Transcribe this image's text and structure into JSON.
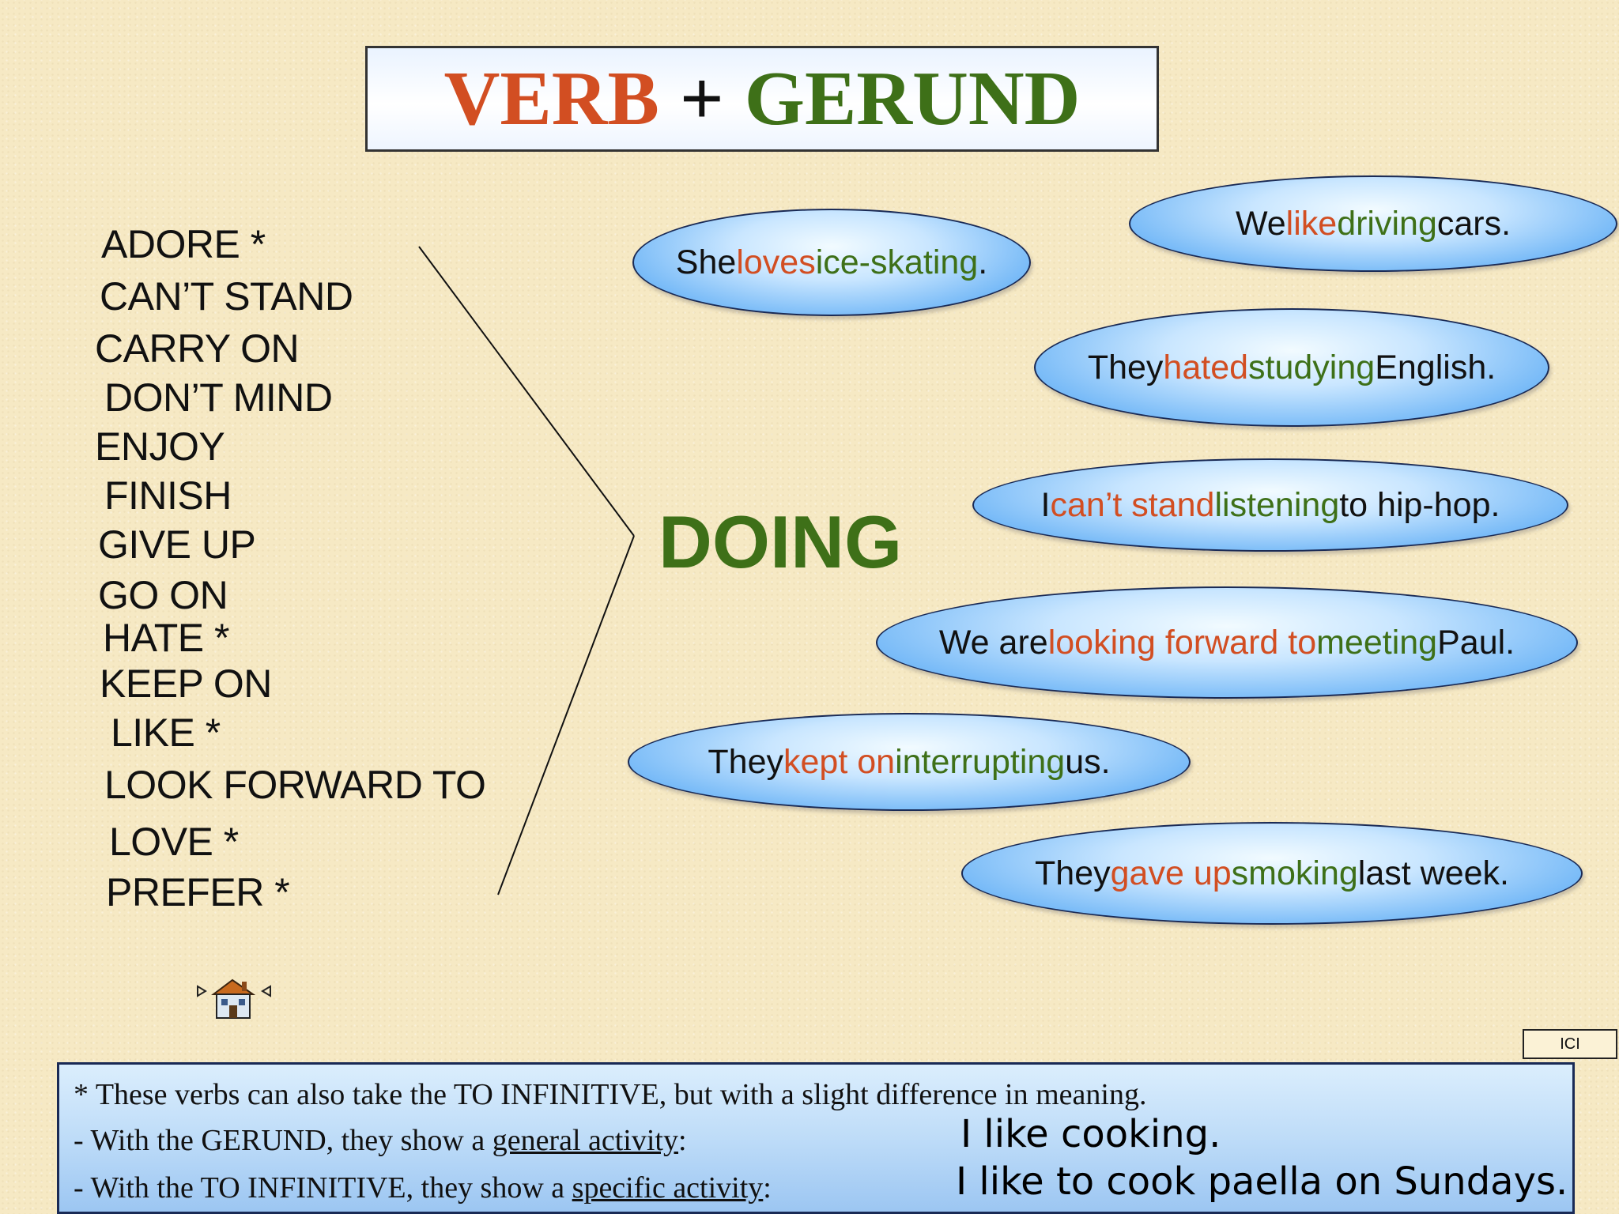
{
  "title": {
    "verb": "VERB",
    "plus": "+",
    "gerund": "GERUND"
  },
  "verbs": [
    "ADORE *",
    "CAN’T STAND",
    "CARRY ON",
    "DON’T MIND",
    "ENJOY",
    "FINISH",
    "GIVE UP",
    "GO ON",
    "HATE *",
    "KEEP ON",
    "LIKE *",
    "LOOK FORWARD TO",
    "LOVE *",
    "PREFER *"
  ],
  "doing": "DOING",
  "examples": [
    {
      "parts": [
        "She ",
        "loves",
        " ",
        "ice-skating",
        "."
      ]
    },
    {
      "parts": [
        "We ",
        "like",
        " ",
        "driving",
        " cars."
      ]
    },
    {
      "parts": [
        "They ",
        "hated",
        " ",
        "studying",
        " English."
      ]
    },
    {
      "parts": [
        "I ",
        "can’t stand",
        " ",
        "listening",
        " to hip-hop."
      ]
    },
    {
      "parts": [
        "We are ",
        "looking forward to",
        " ",
        "meeting",
        " Paul."
      ]
    },
    {
      "parts": [
        "They ",
        "kept on",
        " ",
        "interrupting",
        " us."
      ]
    },
    {
      "parts": [
        "They ",
        "gave up",
        " ",
        "smoking",
        " last week."
      ]
    }
  ],
  "colors": {
    "verb": "#d24e22",
    "gerund": "#3e7018"
  },
  "home_icon": "home-icon",
  "ici_button": "ICI",
  "note": {
    "line1": "* These verbs can also take the TO INFINITIVE, but with a slight difference in meaning.",
    "line2_prefix": "- With the GERUND, they show a ",
    "line2_under": "general activity",
    "line2_suffix": ":",
    "line2_example": "I like cooking.",
    "line3_prefix": "- With the TO INFINITIVE, they show a ",
    "line3_under": "specific activity",
    "line3_suffix": ":",
    "line3_example": "I like to cook paella on Sundays."
  }
}
